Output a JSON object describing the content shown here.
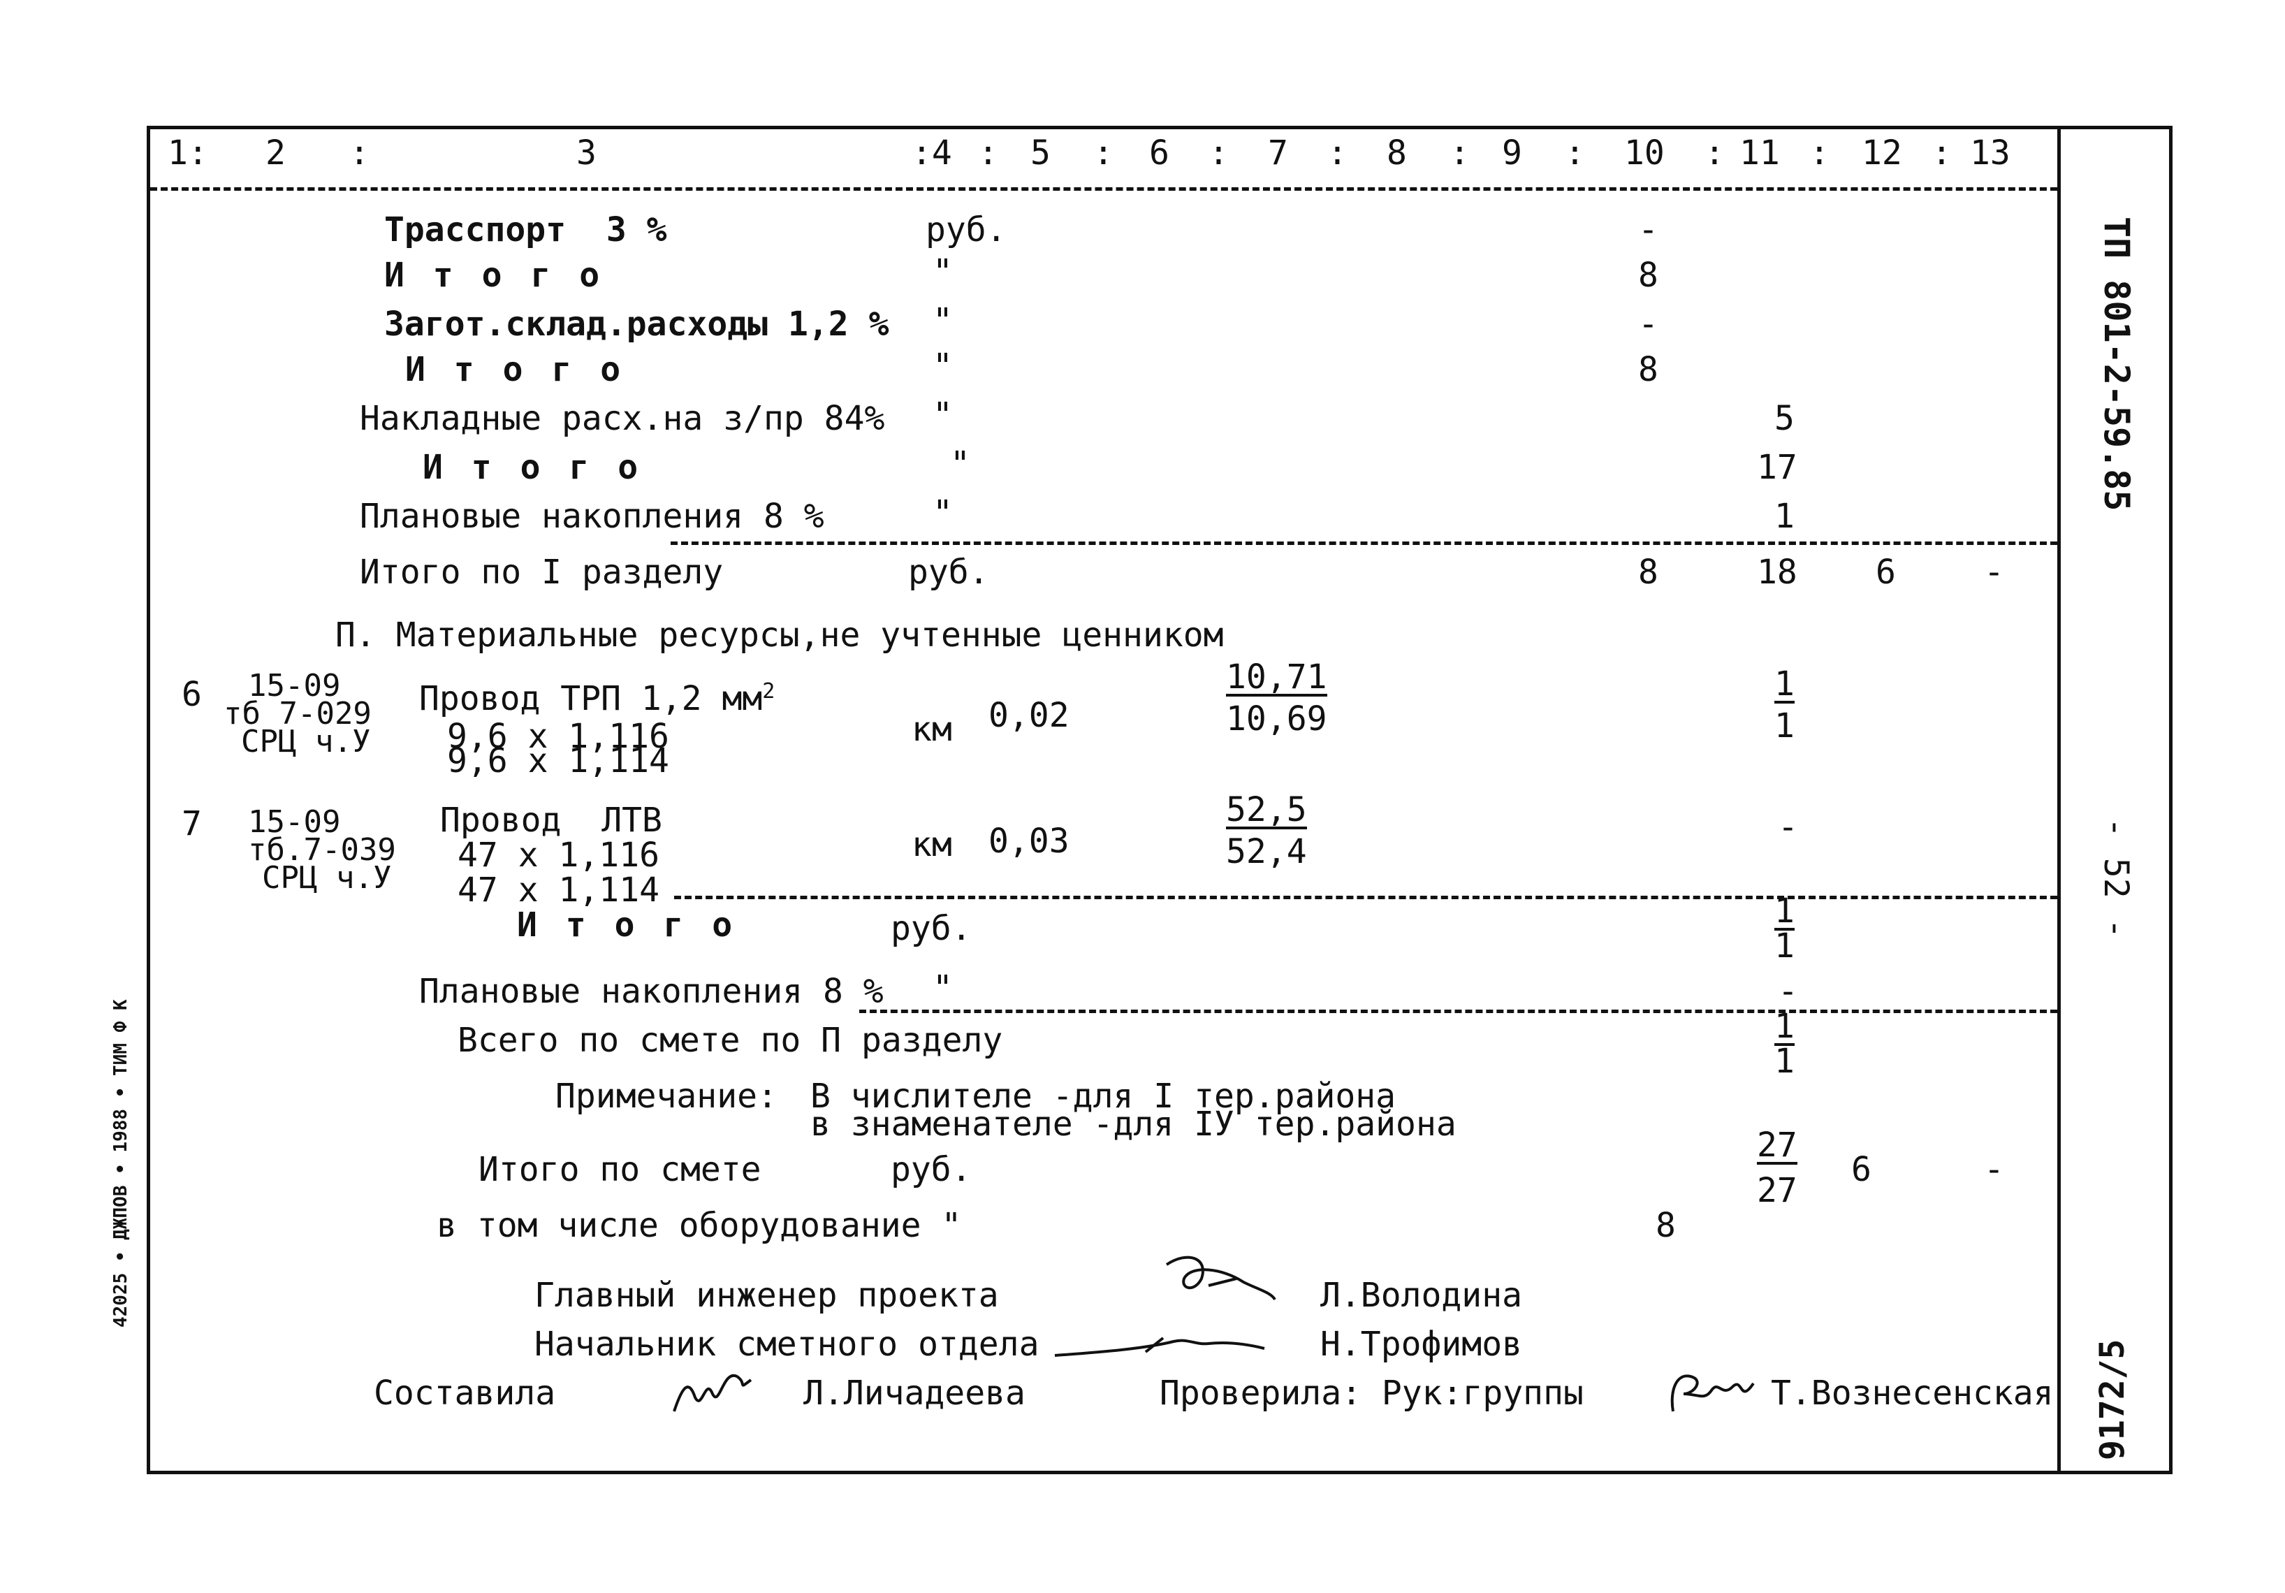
{
  "header_columns": [
    "1:",
    "2",
    ":",
    "3",
    ":4",
    ":",
    "5",
    ":",
    "6",
    ":",
    "7",
    ":",
    "8",
    ":",
    "9",
    ":",
    "10",
    ":",
    "11",
    ":",
    "12",
    ":",
    "13"
  ],
  "section1": {
    "rows": [
      {
        "label": "Трасспорт  3 %",
        "unit": "руб.",
        "c10": "-",
        "c11": "",
        "c12": "",
        "c13": ""
      },
      {
        "label": "И т о г о",
        "unit": "\"",
        "c10": "8",
        "c11": "",
        "c12": "",
        "c13": ""
      },
      {
        "label": "Загот.склад.расходы 1,2 %",
        "unit": "\"",
        "c10": "-",
        "c11": "",
        "c12": "",
        "c13": ""
      },
      {
        "label": "И т о г о",
        "unit": "\"",
        "c10": "8",
        "c11": "",
        "c12": "",
        "c13": ""
      },
      {
        "label": "Накладные расх.на з/пр 84%",
        "unit": "\"",
        "c10": "",
        "c11": "5",
        "c12": "",
        "c13": ""
      },
      {
        "label": "И т о г о",
        "unit": "\"",
        "c10": "",
        "c11": "17",
        "c12": "",
        "c13": ""
      },
      {
        "label": "Плановые накопления 8 %",
        "unit": "\"",
        "c10": "",
        "c11": "1",
        "c12": "",
        "c13": ""
      }
    ],
    "total": {
      "label": "Итого по I разделу",
      "unit": "руб.",
      "c10": "8",
      "c11": "18",
      "c12": "6",
      "c13": "-"
    }
  },
  "section2": {
    "title": "П. Материальные ресурсы,не учтенные ценником",
    "items": [
      {
        "num": "6",
        "codes": [
          "15-09",
          "тб 7-029",
          "СРЦ ч.У"
        ],
        "desc": [
          "Провод ТРП 1,2 мм",
          "9,6 x 1,116",
          "9,6 x 1,114"
        ],
        "desc_sup": "2",
        "unit": "км",
        "qty": "0,02",
        "price_num": "10,71",
        "price_den": "10,69",
        "c11_num": "1",
        "c11_den": "1"
      },
      {
        "num": "7",
        "codes": [
          "15-09",
          "тб.7-039",
          "СРЦ ч.У"
        ],
        "desc": [
          "Провод  ЛТВ",
          "47 x 1,116",
          "47 x 1,114"
        ],
        "desc_sup": "",
        "unit": "км",
        "qty": "0,03",
        "price_num": "52,5",
        "price_den": "52,4",
        "c11_num": "-",
        "c11_den": ""
      }
    ],
    "total": {
      "label": "И т о г о",
      "unit": "руб.",
      "c11_num": "1",
      "c11_den": "1"
    },
    "plan": {
      "label": "Плановые накопления 8 %",
      "unit": "\"",
      "c11": "-"
    },
    "all": {
      "label": "Всего по смете по П разделу",
      "c11_num": "1",
      "c11_den": "1"
    }
  },
  "note": {
    "label": "Примечание:",
    "line1": "В числителе -для I тер.района",
    "line2": "в знаменателе -для IУ тер.района"
  },
  "grand_total": {
    "label": "Итого по смете",
    "unit": "руб.",
    "c11_num": "27",
    "c11_den": "27",
    "c12": "6",
    "c13": "-"
  },
  "equipment": {
    "label": "в том числе оборудование \"",
    "c10": "8"
  },
  "signatures": {
    "chief_title": "Главный инженер проекта",
    "chief_name": "Л.Володина",
    "head_title": "Начальник сметного отдела",
    "head_name": "Н.Трофимов",
    "composer_title": "Составила",
    "composer_name": "Л.Личадеева",
    "checker_title": "Проверила: Рук:группы",
    "checker_name": "Т.Вознесенская"
  },
  "side": {
    "code": "ТП 801-2-59.85",
    "page": "- 52 -",
    "sheet": "9172/5"
  },
  "left_margin_stamp": "42025 • ДЖПОВ • 1988 • ТИМ Ф К"
}
